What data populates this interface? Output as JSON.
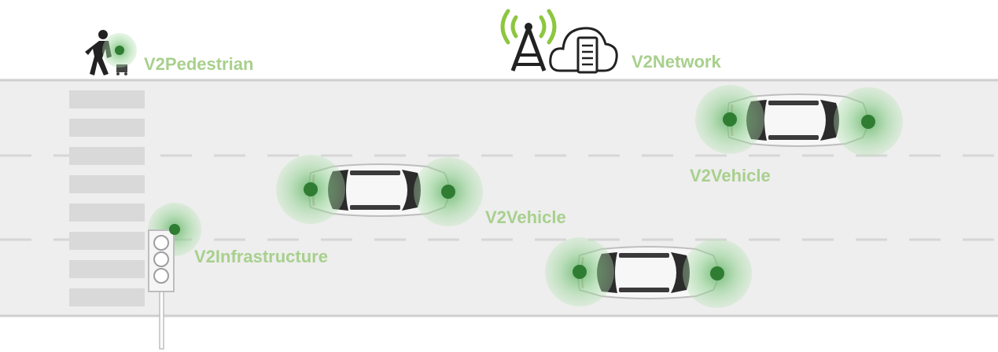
{
  "colors": {
    "label": "#a8d08d",
    "road": "#eeeeee",
    "road_edge": "#cfcfcf",
    "lane_dash": "#d6d6d6",
    "crosswalk": "#d9d9d9",
    "signal_inner": "#2f7d32",
    "signal_mid": "#7cc47f",
    "antenna_wave": "#8dc63f",
    "icon_dark": "#222222"
  },
  "labels": {
    "pedestrian": "V2Pedestrian",
    "network": "V2Network",
    "infrastructure": "V2Infrastructure",
    "vehicle_a": "V2Vehicle",
    "vehicle_b": "V2Vehicle"
  }
}
